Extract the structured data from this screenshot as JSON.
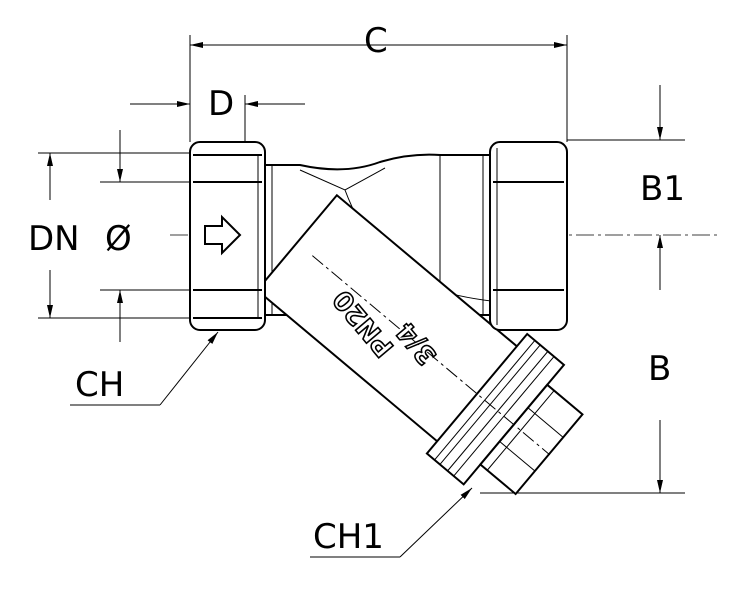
{
  "labels": {
    "c": "C",
    "d": "D",
    "dn": "DN",
    "diameter": "Ø",
    "b1": "B1",
    "b": "B",
    "ch": "CH",
    "ch1": "CH1"
  },
  "body_markings": {
    "size": "3/4",
    "pressure": "PN20"
  },
  "icons": [
    "flow-direction-arrow-icon"
  ]
}
